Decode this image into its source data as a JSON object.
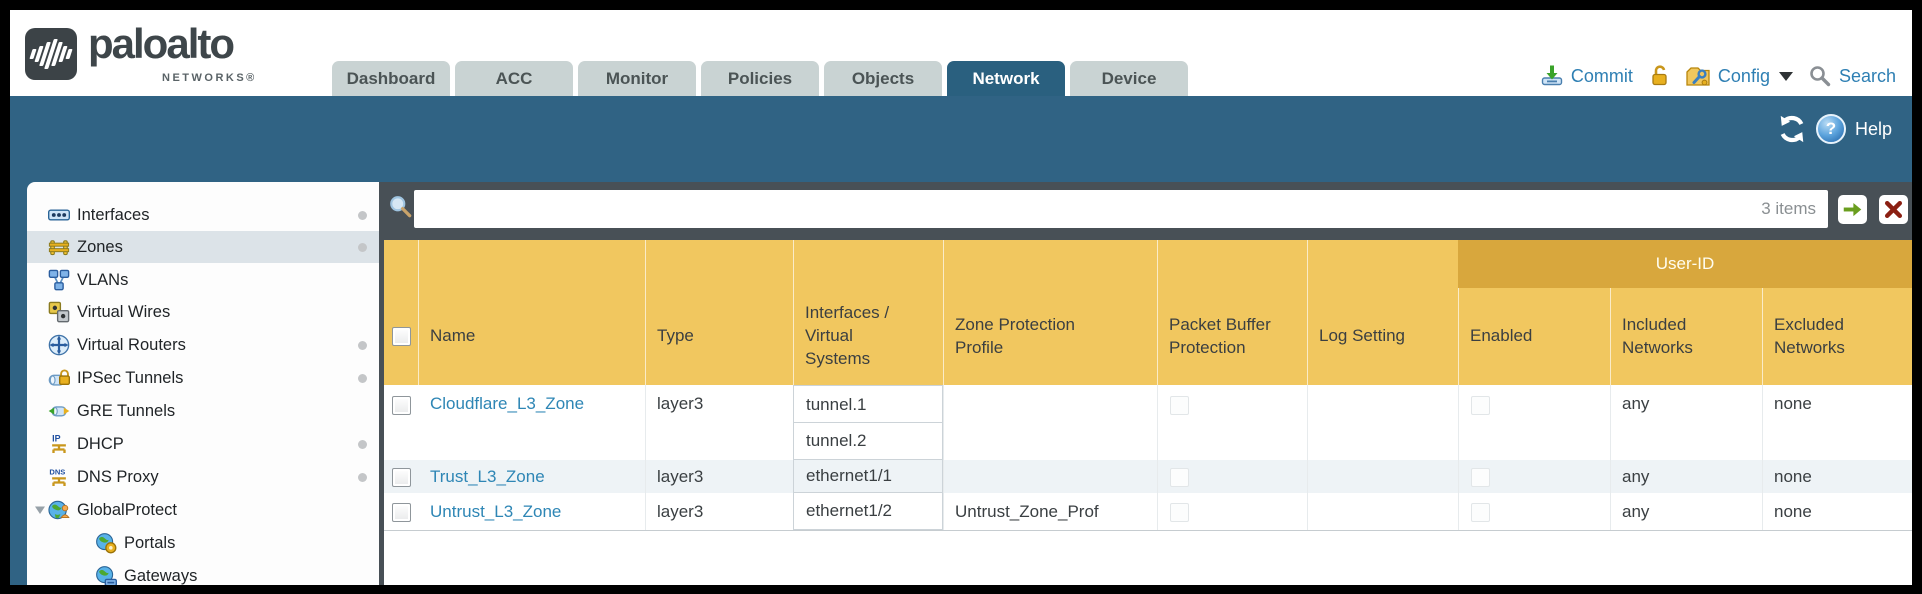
{
  "brand": {
    "name": "paloalto",
    "sub": "NETWORKS®"
  },
  "tabs": {
    "active": "Network",
    "items": [
      {
        "label": "Dashboard"
      },
      {
        "label": "ACC"
      },
      {
        "label": "Monitor"
      },
      {
        "label": "Policies"
      },
      {
        "label": "Objects"
      },
      {
        "label": "Network"
      },
      {
        "label": "Device"
      }
    ]
  },
  "utilities": {
    "commit_label": "Commit",
    "config_label": "Config",
    "search_label": "Search",
    "help_label": "Help",
    "icons": [
      "commit-icon",
      "lock-icon",
      "config-icon",
      "caret-down-icon",
      "search-icon",
      "refresh-icon",
      "help-icon"
    ]
  },
  "sidebar": {
    "selected": "Zones",
    "items": [
      {
        "label": "Interfaces",
        "icon": "interfaces-icon",
        "dot": true
      },
      {
        "label": "Zones",
        "icon": "zones-icon",
        "dot": true,
        "selected": true
      },
      {
        "label": "VLANs",
        "icon": "vlans-icon"
      },
      {
        "label": "Virtual Wires",
        "icon": "virtual-wires-icon"
      },
      {
        "label": "Virtual Routers",
        "icon": "virtual-routers-icon",
        "dot": true
      },
      {
        "label": "IPSec Tunnels",
        "icon": "ipsec-tunnels-icon",
        "dot": true
      },
      {
        "label": "GRE Tunnels",
        "icon": "gre-tunnels-icon"
      },
      {
        "label": "DHCP",
        "icon": "dhcp-icon",
        "dot": true
      },
      {
        "label": "DNS Proxy",
        "icon": "dns-proxy-icon",
        "dot": true
      },
      {
        "label": "GlobalProtect",
        "icon": "globalprotect-icon",
        "expanded": true
      },
      {
        "label": "Portals",
        "icon": "portals-icon",
        "child": true
      },
      {
        "label": "Gateways",
        "icon": "gateways-icon",
        "child": true
      }
    ]
  },
  "toolbar": {
    "filter_placeholder": "",
    "items_count": "3 items",
    "icons": [
      "filter-search-icon",
      "apply-filter-arrow-icon",
      "clear-filter-x-icon"
    ]
  },
  "table": {
    "group_header": "User-ID",
    "columns": [
      "Name",
      "Type",
      "Interfaces / Virtual Systems",
      "Zone Protection Profile",
      "Packet Buffer Protection",
      "Log Setting",
      "Enabled",
      "Included Networks",
      "Excluded Networks"
    ],
    "rows": [
      {
        "name": "Cloudflare_L3_Zone",
        "type": "layer3",
        "interfaces": [
          "tunnel.1",
          "tunnel.2"
        ],
        "zone_protection_profile": "",
        "log_setting": "",
        "included_networks": "any",
        "excluded_networks": "none"
      },
      {
        "name": "Trust_L3_Zone",
        "type": "layer3",
        "interfaces": [
          "ethernet1/1"
        ],
        "zone_protection_profile": "",
        "log_setting": "",
        "included_networks": "any",
        "excluded_networks": "none"
      },
      {
        "name": "Untrust_L3_Zone",
        "type": "layer3",
        "interfaces": [
          "ethernet1/2"
        ],
        "zone_protection_profile": "Untrust_Zone_Prof",
        "log_setting": "",
        "included_networks": "any",
        "excluded_networks": "none"
      }
    ]
  },
  "colors": {
    "teal_band": "#306384",
    "header_orange": "#f1c75f",
    "userid_band": "#d8a73d",
    "strip_gray": "#485056",
    "active_tab": "#2a607f",
    "inactive_tab": "#c9d3d3",
    "link_blue": "#2e86b5",
    "action_blue": "#2e7fb3",
    "alt_row": "#eef3f6"
  }
}
